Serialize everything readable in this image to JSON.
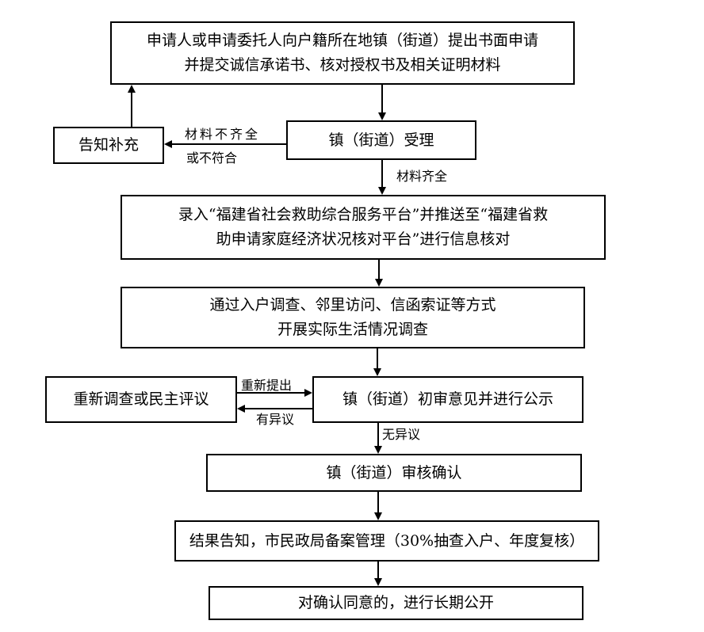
{
  "steps": {
    "apply": {
      "line1": "申请人或申请委托人向户籍所在地镇（街道）提出书面申请",
      "line2": "并提交诚信承诺书、核对授权书及相关证明材料"
    },
    "accept": "镇（街道）受理",
    "supplement": "告知补充",
    "enter": {
      "line1": "录入“福建省社会救助综合服务平台”并推送至“福建省救",
      "line2": "助申请家庭经济状况核对平台”进行信息核对"
    },
    "survey": {
      "line1": "通过入户调查、邻里访问、信函索证等方式",
      "line2": "开展实际生活情况调查"
    },
    "reinvestigate": "重新调查或民主评议",
    "review": "镇（街道）初审意见并进行公示",
    "confirm": "镇（街道）审核确认",
    "notify": "结果告知，市民政局备案管理（30%抽查入户、年度复核）",
    "publish": "对确认同意的，进行长期公开"
  },
  "labels": {
    "incomplete_1": "材料不齐全",
    "incomplete_2": "或不符合",
    "complete": "材料齐全",
    "resubmit": "重新提出",
    "objection": "有异议",
    "no_objection": "无异议"
  }
}
